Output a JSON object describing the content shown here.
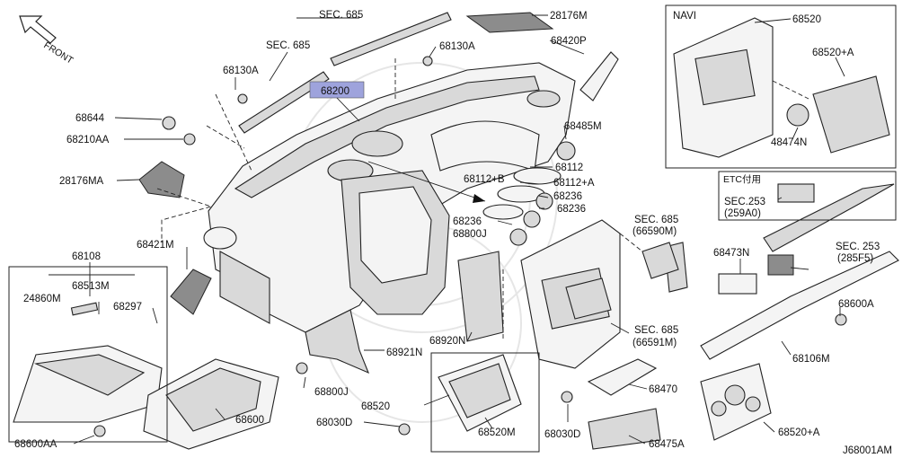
{
  "direction": "FRONT",
  "drawing_id": "J68001AM",
  "highlight_color": "#9ea3dc",
  "main_part": "68200",
  "navi_box": {
    "title": "NAVI",
    "parts": [
      "68520",
      "68520+A",
      "48474N"
    ]
  },
  "etc_box": {
    "title": "ETC付用",
    "parts": [
      "SEC.253",
      "(259A0)"
    ]
  },
  "labels": {
    "sec685_top": "SEC. 685",
    "p28176m": "28176M",
    "sec685_left": "SEC. 685",
    "p68130a_r": "68130A",
    "p68420p": "68420P",
    "p68130a_l": "68130A",
    "p68644": "68644",
    "p68210aa": "68210AA",
    "p68485m": "68485M",
    "p28176ma": "28176MA",
    "p68112": "68112",
    "p68112b": "68112+B",
    "p68112a": "68112+A",
    "p68236a": "68236",
    "p68236b": "68236",
    "p68236c": "68236",
    "p68800j_a": "68800J",
    "sec685_b": "SEC. 685",
    "sec685_b_sub": "(66590M)",
    "p68421m": "68421M",
    "p68108": "68108",
    "p68513m": "68513M",
    "p24860m": "24860M",
    "p68297": "68297",
    "p68473n": "68473N",
    "sec253_b": "SEC. 253",
    "sec253_b_sub": "(285F5)",
    "p68600a": "68600A",
    "p68920n": "68920N",
    "p68921n": "68921N",
    "sec685_c": "SEC. 685",
    "sec685_c_sub": "(66591M)",
    "p68106m": "68106M",
    "p68800j_b": "68800J",
    "p68520": "68520",
    "p68470": "68470",
    "p68600": "68600",
    "p68030d_l": "68030D",
    "p68030d_r": "68030D",
    "p68520m": "68520M",
    "p68475a": "68475A",
    "p68600aa": "68600AA",
    "p68520a_b": "68520+A"
  }
}
